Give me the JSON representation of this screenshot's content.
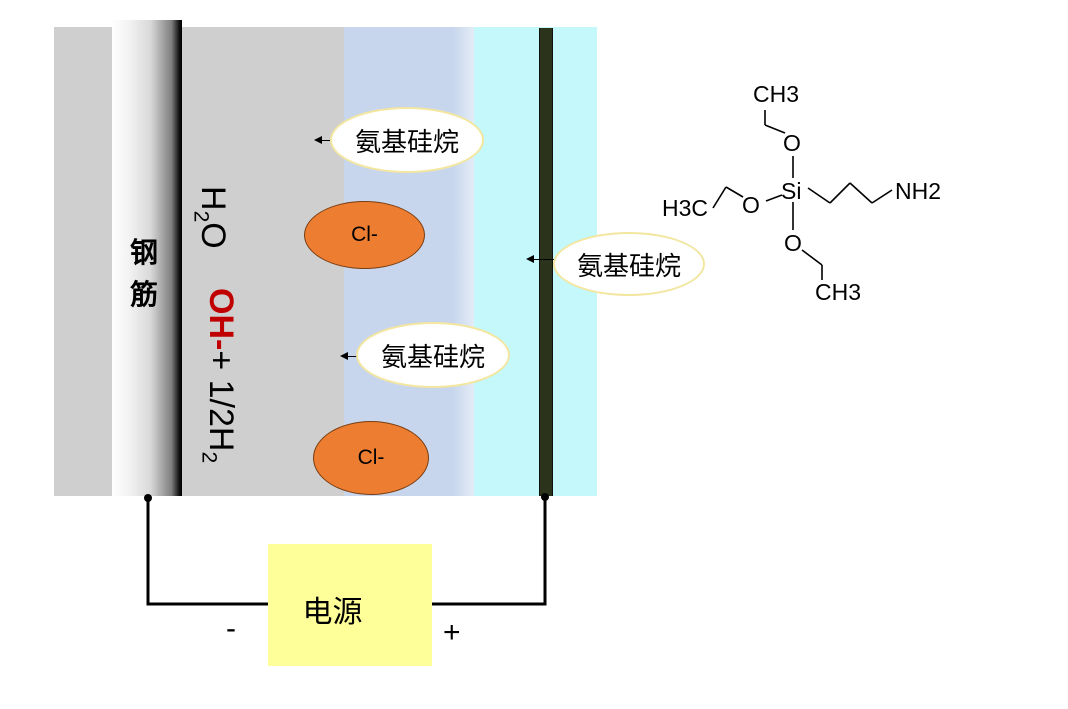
{
  "rebar_label": "钢\n筋",
  "water": {
    "main": "H",
    "sub": "2",
    "tail": "O"
  },
  "reaction": {
    "ion": "OH-",
    "rest": "+ 1/2H",
    "sub": "2"
  },
  "silane_labels": [
    "氨基硅烷",
    "氨基硅烷",
    "氨基硅烷"
  ],
  "chloride_labels": [
    "Cl-",
    "Cl-"
  ],
  "power_source": "电源",
  "negative_sign": "-",
  "positive_sign": "+",
  "molecule": {
    "top_ch3": "CH3",
    "left_ch3": "H3C",
    "bottom_ch3": "CH3",
    "o_top": "O",
    "o_left": "O",
    "o_bottom": "O",
    "si": "Si",
    "amine": "NH2"
  },
  "colors": {
    "concrete_grey": "#cfcfcf",
    "light_blue_layer": "#c7d6ec",
    "cyan_layer": "#c4f8fb",
    "anode_rod": "#2b331a",
    "chloride_ion": "#ed7d31",
    "hydroxide_red": "#c00000",
    "power_box": "#ffff99"
  }
}
